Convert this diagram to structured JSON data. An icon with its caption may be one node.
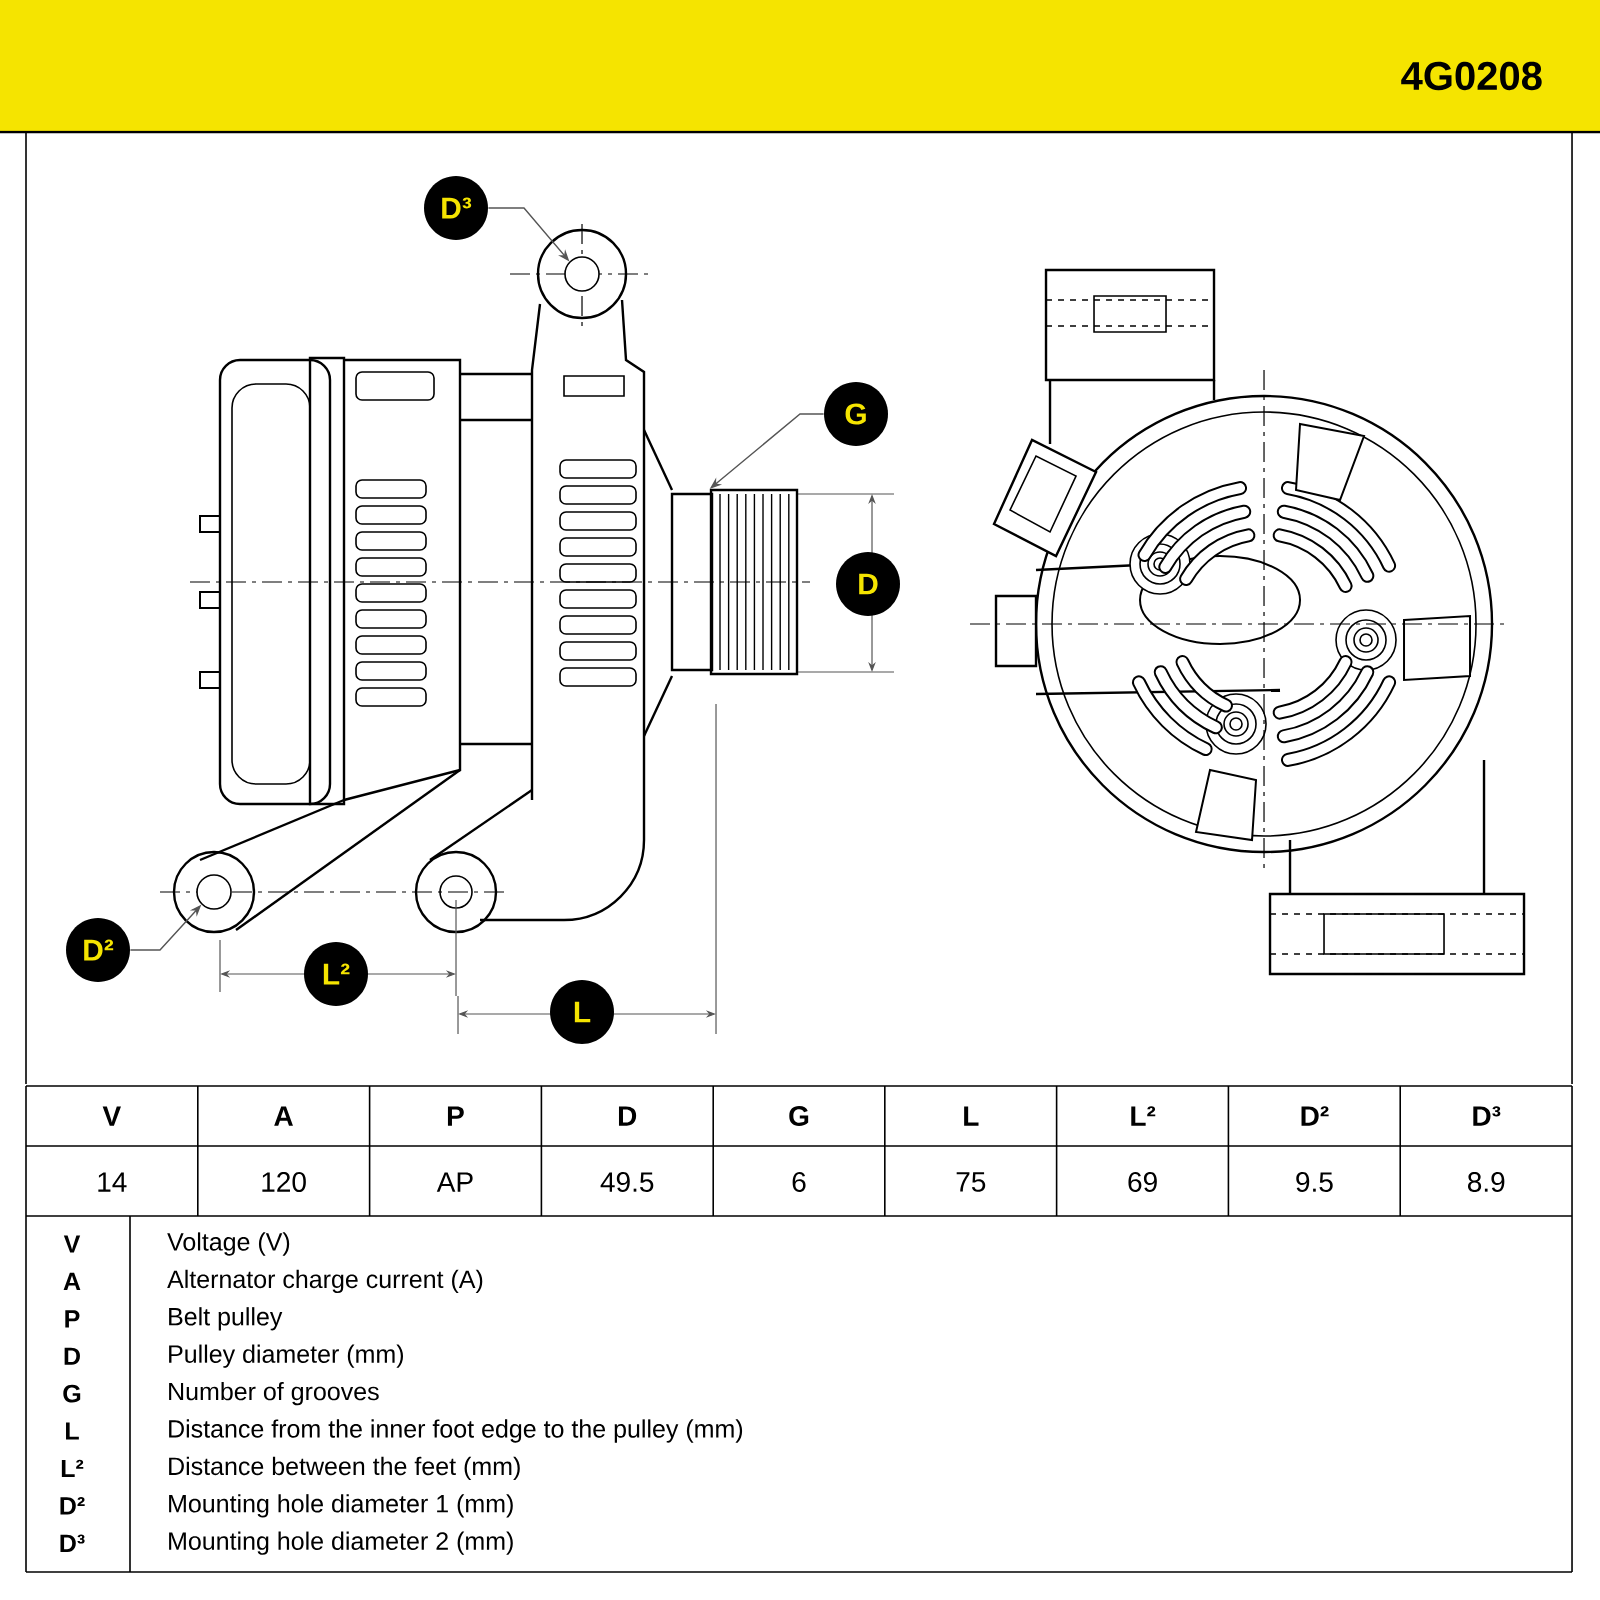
{
  "diagram": {
    "nodes": [
      {
        "text": [
          "D³"
        ]
      },
      {
        "text": [],
        "shape": "circle"
      },
      {
        "text": [
          "G"
        ]
      },
      {
        "text": [],
        "shape": "box"
      },
      {
        "text": [
          "D"
        ]
      },
      {
        "text": [
          "D²"
        ]
      },
      {
        "text": [],
        "shape": "circle"
      },
      {
        "text": [
          "L²"
        ]
      },
      {
        "text": [
          "L"
        ]
      }
    ],
    "edges": [
      {
        "from": 0,
        "to": 1,
        "arrow": "to"
      },
      {
        "from": 2,
        "to": 3,
        "arrow": "to"
      },
      {
        "from": 5,
        "to": 6,
        "arrow": "to"
      }
    ],
    "labels": [
      "4G0208",
      "V",
      "A",
      "P",
      "D",
      "G",
      "L",
      "L²",
      "D²",
      "D³",
      "14",
      "120",
      "AP",
      "49.5",
      "6",
      "75",
      "69",
      "9.5",
      "8.9",
      "V",
      "Voltage (V)",
      "A",
      "Alternator charge current (A)",
      "P",
      "Belt pulley",
      "D",
      "Pulley diameter (mm)",
      "G",
      "Number of grooves",
      "L",
      "Distance from the inner foot edge to the pulley (mm)",
      "L²",
      "Distance between the feet (mm)",
      "D²",
      "Mounting hole diameter 1 (mm)",
      "D³",
      "Mounting hole diameter 2 (mm)"
    ]
  }
}
